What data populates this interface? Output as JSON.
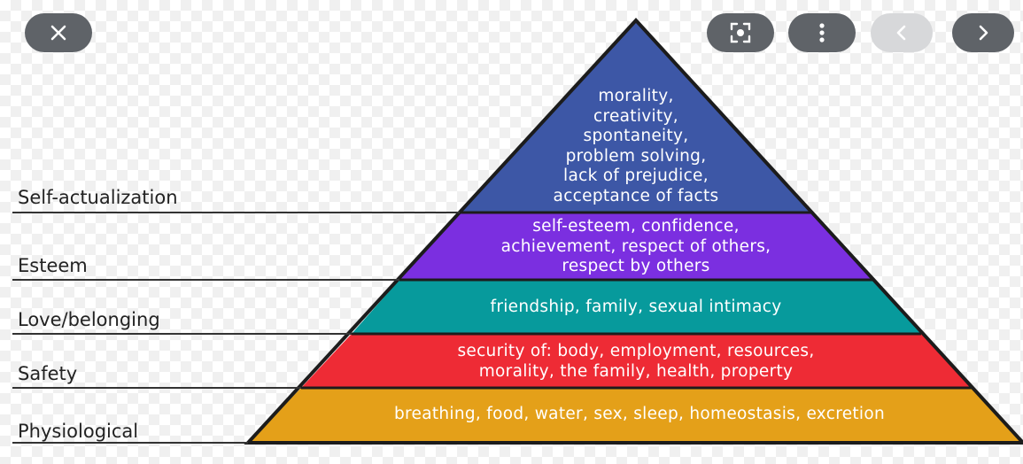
{
  "controls": {
    "close_icon": "close-icon",
    "lens_icon": "lens-icon",
    "more_icon": "more-vertical-icon",
    "prev_icon": "chevron-left-icon",
    "next_icon": "chevron-right-icon"
  },
  "levels": [
    {
      "label": "Self-actualization",
      "color": "#3d57a6",
      "lines": [
        "morality,",
        "creativity,",
        "spontaneity,",
        "problem solving,",
        "lack of prejudice,",
        "acceptance of facts"
      ]
    },
    {
      "label": "Esteem",
      "color": "#7b2fe0",
      "lines": [
        "self-esteem, confidence,",
        "achievement, respect of others,",
        "respect by others"
      ]
    },
    {
      "label": "Love/belonging",
      "color": "#079a9c",
      "lines": [
        "friendship, family, sexual intimacy"
      ]
    },
    {
      "label": "Safety",
      "color": "#ee2b35",
      "lines": [
        "security of: body, employment, resources,",
        "morality, the family, health, property"
      ]
    },
    {
      "label": "Physiological",
      "color": "#e4a019",
      "lines": [
        "breathing, food, water, sex, sleep, homeostasis, excretion"
      ]
    }
  ]
}
